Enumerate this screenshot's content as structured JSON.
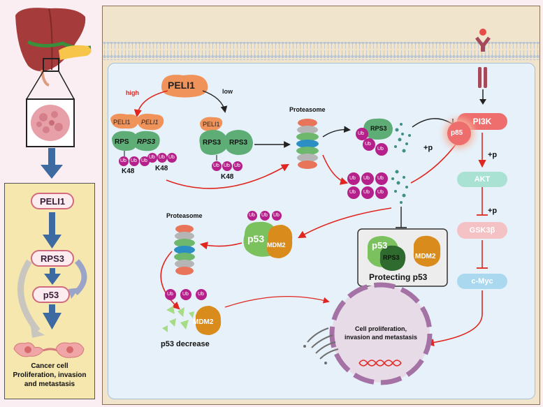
{
  "left_panel": {
    "nodes": [
      "PELI1",
      "RPS3",
      "p53"
    ],
    "outcome_lines": [
      "Cancer cell",
      "Proliferation, invasion",
      "and metastasis"
    ]
  },
  "main": {
    "peli1_top": "PELI1",
    "branch_high": "high",
    "branch_low": "low",
    "peli1_small": "PELI1",
    "rps3_label": "RPS3",
    "rps_label": "RPS",
    "ub": "Ub",
    "k48": "K48",
    "proteasome_label": "Proteasome",
    "p53": "p53",
    "mdm2": "MDM2",
    "protecting_label": "Protecting p53",
    "p53_decrease": "p53 decrease",
    "nucleus_lines": [
      "Cell proliferation,",
      "invasion and metastasis"
    ],
    "pathway": {
      "pi3k": "PI3K",
      "p85": "p85",
      "akt": "AKT",
      "gsk3b": "GSK3β",
      "cmyc": "c-Myc",
      "plus_p": "+p"
    }
  },
  "colors": {
    "peli1": "#f0935a",
    "rps3": "#5fad76",
    "ub": "#b5208a",
    "p53": "#7bc25e",
    "mdm2": "#d98b1c",
    "arrow_red": "#e0261f",
    "pi3k": "#ee6e6e",
    "akt": "#a9e2d3",
    "gsk3b": "#f4c1c4",
    "cmyc": "#a9d8ef",
    "cell": "#e6f1fa",
    "left_box": "#f6e7ae"
  }
}
